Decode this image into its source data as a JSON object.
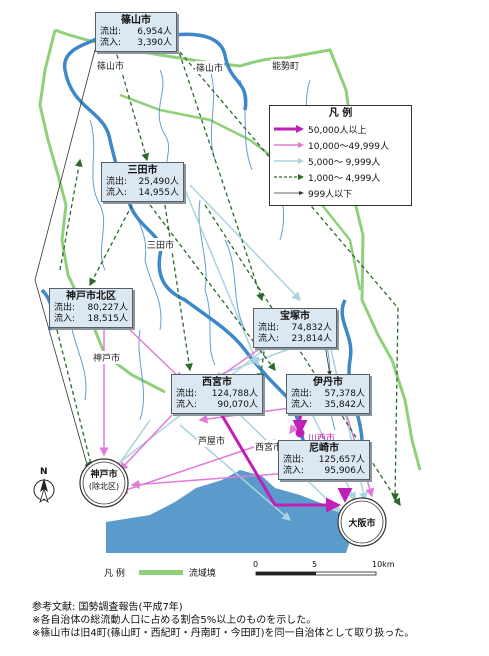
{
  "cities": {
    "sasayama": {
      "name": "篠山市",
      "out_label": "流出:",
      "out_value": "6,954人",
      "in_label": "流入:",
      "in_value": "3,390人"
    },
    "sanda": {
      "name": "三田市",
      "out_label": "流出:",
      "out_value": "25,490人",
      "in_label": "流入:",
      "in_value": "14,955人"
    },
    "kobe_kita": {
      "name": "神戸市北区",
      "out_label": "流出:",
      "out_value": "80,227人",
      "in_label": "流入:",
      "in_value": "18,515人"
    },
    "takarazuka": {
      "name": "宝塚市",
      "out_label": "流出:",
      "out_value": "74,832人",
      "in_label": "流入:",
      "in_value": "23,814人"
    },
    "nishinomiya": {
      "name": "西宮市",
      "out_label": "流出:",
      "out_value": "124,788人",
      "in_label": "流入:",
      "in_value": "90,070人"
    },
    "itami": {
      "name": "伊丹市",
      "out_label": "流出:",
      "out_value": "57,378人",
      "in_label": "流入:",
      "in_value": "35,842人"
    },
    "amagasaki": {
      "name": "尼崎市",
      "out_label": "流出:",
      "out_value": "125,657人",
      "in_label": "流入:",
      "in_value": "95,906人"
    }
  },
  "circles": {
    "kobe": {
      "line1": "神戸市",
      "line2": "(除北区)"
    },
    "osaka": {
      "line1": "大阪市"
    }
  },
  "map_labels": {
    "sasayama_west": "篠山市",
    "sasayama_east": "篠山市",
    "nose": "能勢町",
    "sanda": "三田市",
    "kobe": "神戸市",
    "ashiya": "芦屋市",
    "nishinomiya": "西宮市",
    "kawanishi": "川西市"
  },
  "legend": {
    "title": "凡 例",
    "items": [
      {
        "label": "50,000人以上",
        "color": "#c21fb6"
      },
      {
        "label": "10,000～49,999人",
        "color": "#e27ad8"
      },
      {
        "label": "5,000～ 9,999人",
        "color": "#a9d3de"
      },
      {
        "label": "1,000～ 4,999人",
        "color": "#2a6a2a"
      },
      {
        "label": "999人以下",
        "color": "#333333"
      }
    ]
  },
  "bottom_legend": {
    "title": "凡 例",
    "item": "流域境",
    "color": "#8fd07a"
  },
  "scale": {
    "zero": "0",
    "mid": "5",
    "end": "10km"
  },
  "north": {
    "label": "N"
  },
  "notes": [
    "参考文献: 国勢調査報告(平成7年)",
    "※各自治体の総流動人口に占める割合5%以上のものを示した。",
    "※篠山市は旧4町(篠山町・西紀町・丹南町・今田町)を同一自治体として取り扱った。"
  ],
  "colors": {
    "river": "#3d88c8",
    "sea": "#5b9bcc",
    "basin": "#8fd07a",
    "box_bg": "#dbe8f1"
  }
}
